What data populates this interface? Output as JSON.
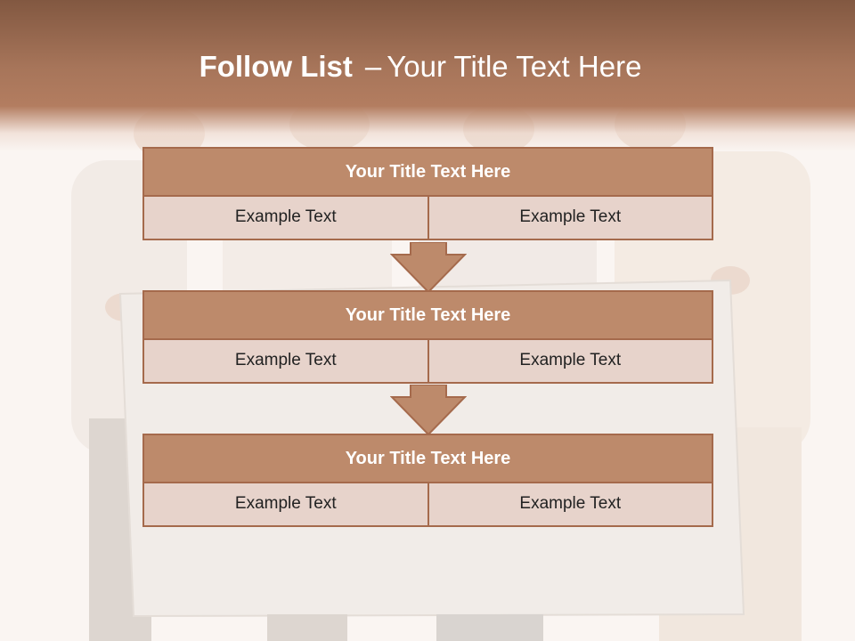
{
  "slide": {
    "title_bold": "Follow List",
    "title_dash": "–",
    "title_rest": "Your Title Text Here"
  },
  "blocks": [
    {
      "title": "Your Title Text Here",
      "left": "Example Text",
      "right": "Example Text"
    },
    {
      "title": "Your Title Text Here",
      "left": "Example Text",
      "right": "Example Text"
    },
    {
      "title": "Your Title Text Here",
      "left": "Example Text",
      "right": "Example Text"
    }
  ],
  "colors": {
    "header_top": "#825841",
    "header_bottom": "#b37d60",
    "block_title_fill": "#bd8a6b",
    "block_border": "#a56a4c",
    "cell_fill": "#e7d3cb",
    "arrow_fill": "#bd8a6b"
  },
  "icons": [
    "down-arrow-icon"
  ]
}
